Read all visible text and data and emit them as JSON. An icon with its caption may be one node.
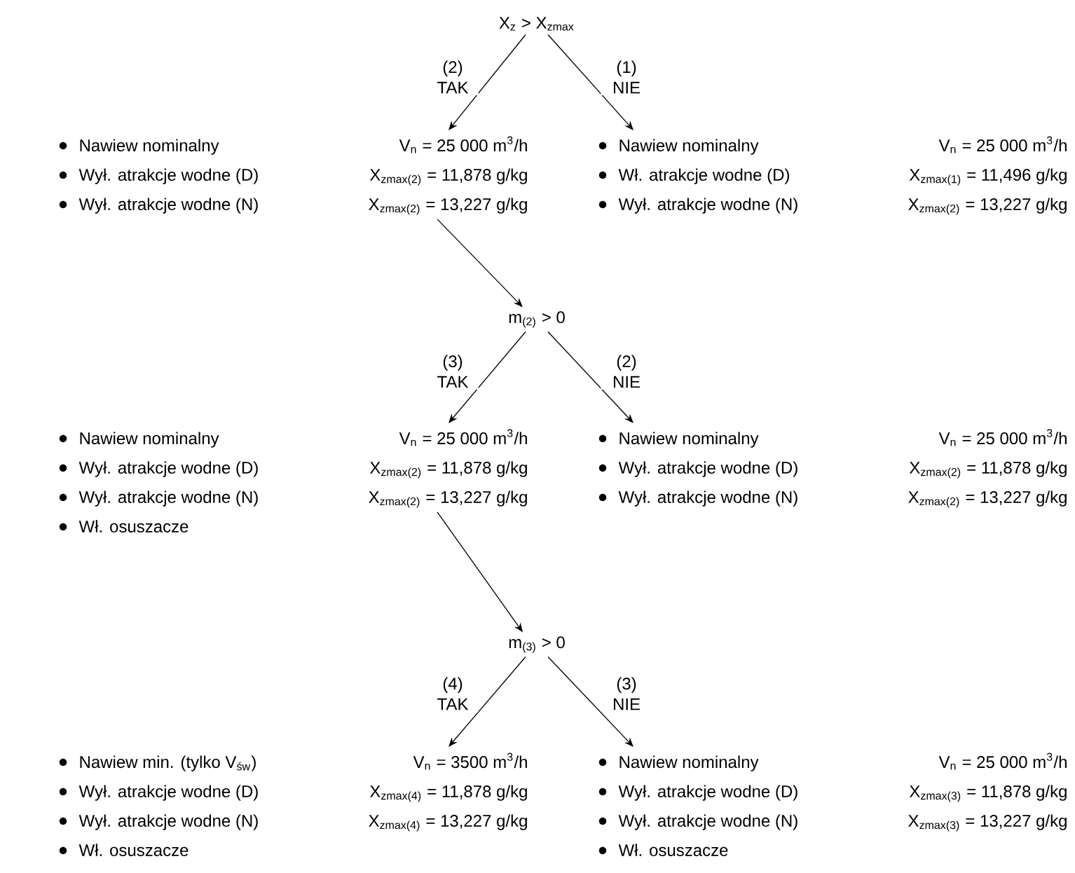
{
  "diagram": {
    "nodes": [
      {
        "text": [
          "X$_{z}$ > X$_{zmax}$"
        ]
      },
      {
        "text": [
          "Nawiew nominalny",
          "Wył. atrakcje wodne (D)",
          "Wył. atrakcje wodne (N)"
        ]
      },
      {
        "text": [
          "V$_{n}$ = 25 000 m$^{3}$/h",
          "X$_{zmax(2)}$ = 11,878 g/kg",
          "X$_{zmax(2)}$ = 13,227 g/kg"
        ]
      },
      {
        "text": [
          "Nawiew nominalny",
          "Wł. atrakcje wodne (D)",
          "Wył. atrakcje wodne (N)"
        ]
      },
      {
        "text": [
          "V$_{n}$ = 25 000 m$^{3}$/h",
          "X$_{zmax(1)}$ = 11,496 g/kg",
          "X$_{zmax(2)}$ = 13,227 g/kg"
        ]
      },
      {
        "text": [
          "m$_{(2)}$ > 0"
        ]
      },
      {
        "text": [
          "Nawiew nominalny",
          "Wył. atrakcje wodne (D)",
          "Wył. atrakcje wodne (N)",
          "Wł. osuszacze"
        ]
      },
      {
        "text": [
          "V$_{n}$ = 25 000 m$^{3}$/h",
          "X$_{zmax(2)}$ = 11,878 g/kg",
          "X$_{zmax(2)}$ = 13,227 g/kg"
        ]
      },
      {
        "text": [
          "Nawiew nominalny",
          "Wył. atrakcje wodne (D)",
          "Wył. atrakcje wodne (N)"
        ]
      },
      {
        "text": [
          "V$_{n}$ = 25 000 m$^{3}$/h",
          "X$_{zmax(2)}$ = 11,878 g/kg",
          "X$_{zmax(2)}$ = 13,227 g/kg"
        ]
      },
      {
        "text": [
          "m$_{(3)}$ > 0"
        ]
      },
      {
        "text": [
          "Nawiew min. (tylko V$_{św}$)",
          "Wył. atrakcje wodne (D)",
          "Wył. atrakcje wodne (N)",
          "Wł. osuszacze"
        ]
      },
      {
        "text": [
          "V$_{n}$ = 3500 m$^{3}$/h",
          "X$_{zmax(4)}$ = 11,878 g/kg",
          "X$_{zmax(4)}$ = 13,227 g/kg"
        ]
      },
      {
        "text": [
          "Nawiew nominalny",
          "Wył. atrakcje wodne (D)",
          "Wył. atrakcje wodne (N)",
          "Wł. osuszacze"
        ]
      },
      {
        "text": [
          "V$_{n}$ = 25 000 m$^{3}$/h",
          "X$_{zmax(3)}$ = 11,878 g/kg",
          "X$_{zmax(3)}$ = 13,227 g/kg"
        ]
      }
    ],
    "edges": [
      {
        "from": 0,
        "to": 2,
        "arrow": "to",
        "label": "(2) TAK"
      },
      {
        "from": 0,
        "to": 3,
        "arrow": "to",
        "label": "(1) NIE"
      },
      {
        "from": 2,
        "to": 5,
        "arrow": "to"
      },
      {
        "from": 5,
        "to": 7,
        "arrow": "to",
        "label": "(3) TAK"
      },
      {
        "from": 5,
        "to": 8,
        "arrow": "to",
        "label": "(2) NIE"
      },
      {
        "from": 7,
        "to": 10,
        "arrow": "to"
      },
      {
        "from": 10,
        "to": 12,
        "arrow": "to",
        "label": "(4) TAK"
      },
      {
        "from": 10,
        "to": 13,
        "arrow": "to",
        "label": "(3) NIE"
      }
    ]
  }
}
